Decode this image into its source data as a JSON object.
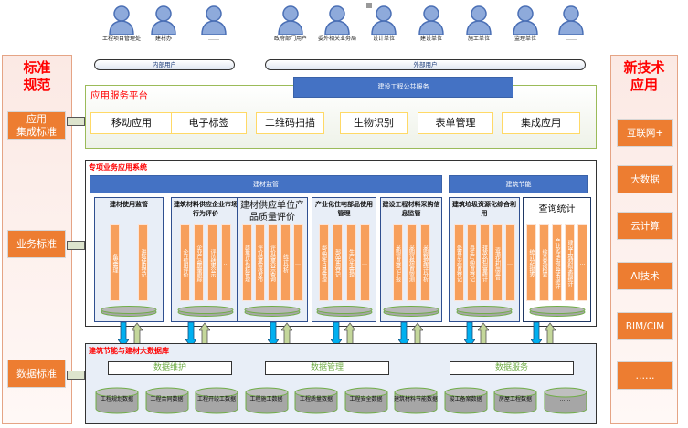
{
  "users": {
    "internal": [
      {
        "label": "工程项目管理处"
      },
      {
        "label": "建材办"
      },
      {
        "label": "……"
      }
    ],
    "internal_bar": "内部用户",
    "external": [
      {
        "label": "政府部门用户"
      },
      {
        "label": "委外相关业务局"
      },
      {
        "label": "设计单位"
      },
      {
        "label": "建设单位"
      },
      {
        "label": "施工单位"
      },
      {
        "label": "监理单位"
      },
      {
        "label": "……"
      }
    ],
    "external_bar": "外部用户"
  },
  "left_panel": {
    "title_line1": "标准",
    "title_line2": "规范",
    "items": [
      {
        "line1": "应用",
        "line2": "集成标准"
      },
      {
        "line1": "业务标准",
        "line2": ""
      },
      {
        "line1": "数据标准",
        "line2": ""
      }
    ]
  },
  "right_panel": {
    "title_line1": "新技术",
    "title_line2": "应用",
    "items": [
      "互联网+",
      "大数据",
      "云计算",
      "AI技术",
      "BIM/CIM",
      "……"
    ]
  },
  "platform": {
    "banner": "建设工程公共服务",
    "title": "应用服务平台",
    "items": [
      "移动应用",
      "电子标签",
      "二维码扫描",
      "生物识别",
      "表单管理",
      "集成应用"
    ]
  },
  "business": {
    "title": "专项业务应用系统",
    "banner_left": "建材监管",
    "banner_right": "建筑节能",
    "modules": [
      {
        "title": "建材使用监管",
        "cols": [
          "备案管理",
          "进场使用登记"
        ]
      },
      {
        "title": "建筑材料供应企业市场行为评价",
        "cols": [
          "企业信用评价",
          "企业产品质量跟踪",
          "评价结果公示",
          "…"
        ]
      },
      {
        "title": "建材供应单位产品质量评价",
        "cols": [
          "质量评价指标管理",
          "评价结果审核发布",
          "评价结果公示查询",
          "统计分析",
          "…"
        ]
      },
      {
        "title": "产业化住宅部品使用管理",
        "cols": [
          "部品部件目录管理",
          "部品使用登记",
          "生产企业管理",
          "…"
        ]
      },
      {
        "title": "建设工程材料采购信息监管",
        "cols": [
          "采购信息登记上报",
          "采购价格信息监测",
          "采购数据统计分析"
        ]
      },
      {
        "title": "建筑垃圾资源化综合利用",
        "cols": [
          "处置企业信息登记",
          "再生产品信息登记",
          "排放及利用量统计",
          "资源化利用监管",
          "…"
        ]
      },
      {
        "title": "查询统计",
        "cols": [
          "统计分析报表",
          "综合查询检索",
          "产业化住宅部品使用统计",
          "建设工程材料采购统计",
          "…"
        ]
      }
    ]
  },
  "database": {
    "title": "建筑节能与建材大数据库",
    "bars": [
      "数据维护",
      "数据管理",
      "数据服务"
    ],
    "stores": [
      "工程规划数据",
      "工程合同数据",
      "工程开竣工数据",
      "工程施工数据",
      "工程质量数据",
      "工程安全数据",
      "建筑材料节能数据",
      "竣工备案数据",
      "房屋工程数据",
      "……"
    ]
  },
  "colors": {
    "accent_orange": "#ed7d31",
    "banner_blue": "#4472c4",
    "title_red": "#ff0000",
    "arrow_down": "#00b0f0",
    "arrow_up": "#c4d79b"
  }
}
